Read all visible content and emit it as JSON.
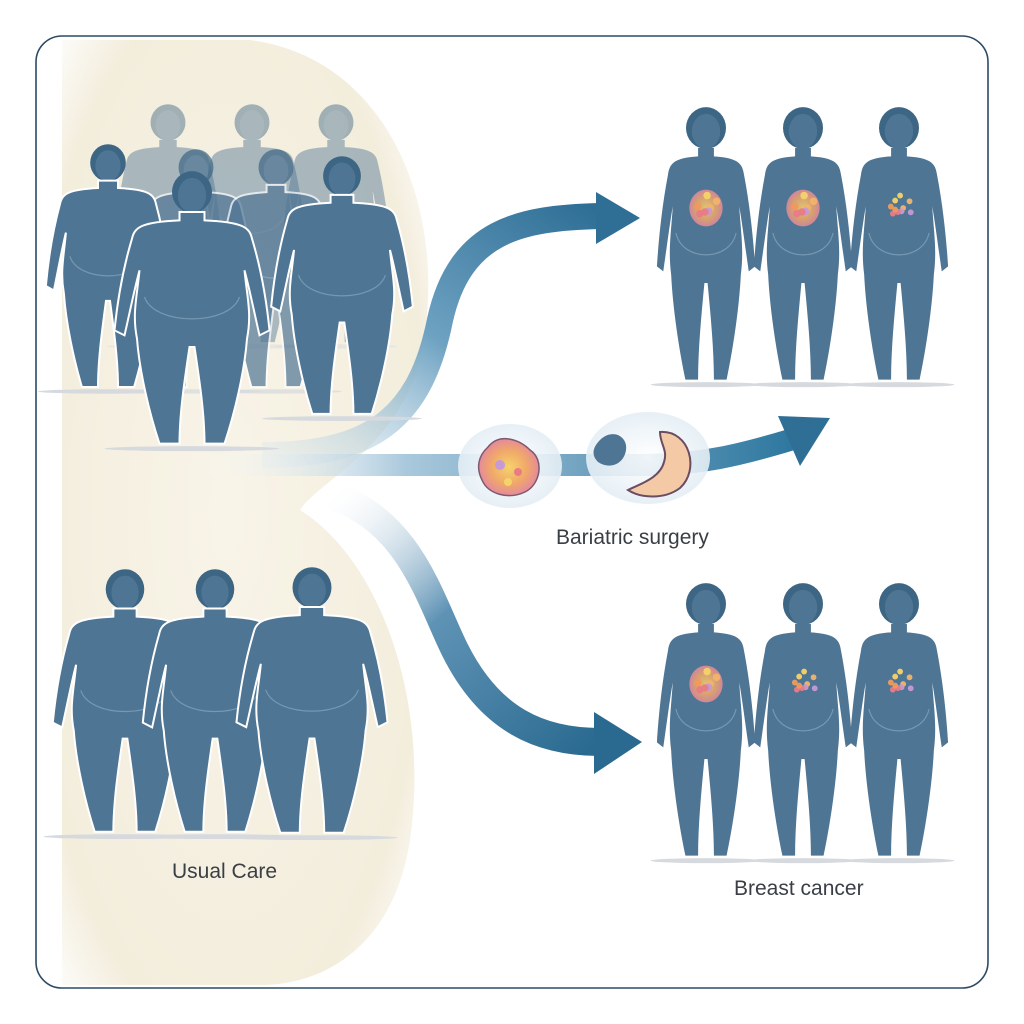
{
  "labels": {
    "usual_care": "Usual Care",
    "bariatric_surgery": "Bariatric surgery",
    "breast_cancer": "Breast cancer"
  },
  "colors": {
    "figure": "#4f7594",
    "figure_light": "#7fa0bb",
    "arrow_dark": "#2f6f96",
    "arrow_light": "#cfe2ee",
    "panel_beige": "#f6f1e3",
    "frame": "#2d4a63",
    "tissue_palette": [
      "#f2b36b",
      "#e97b86",
      "#f4d36a",
      "#c59ad6",
      "#f09a5b"
    ]
  }
}
